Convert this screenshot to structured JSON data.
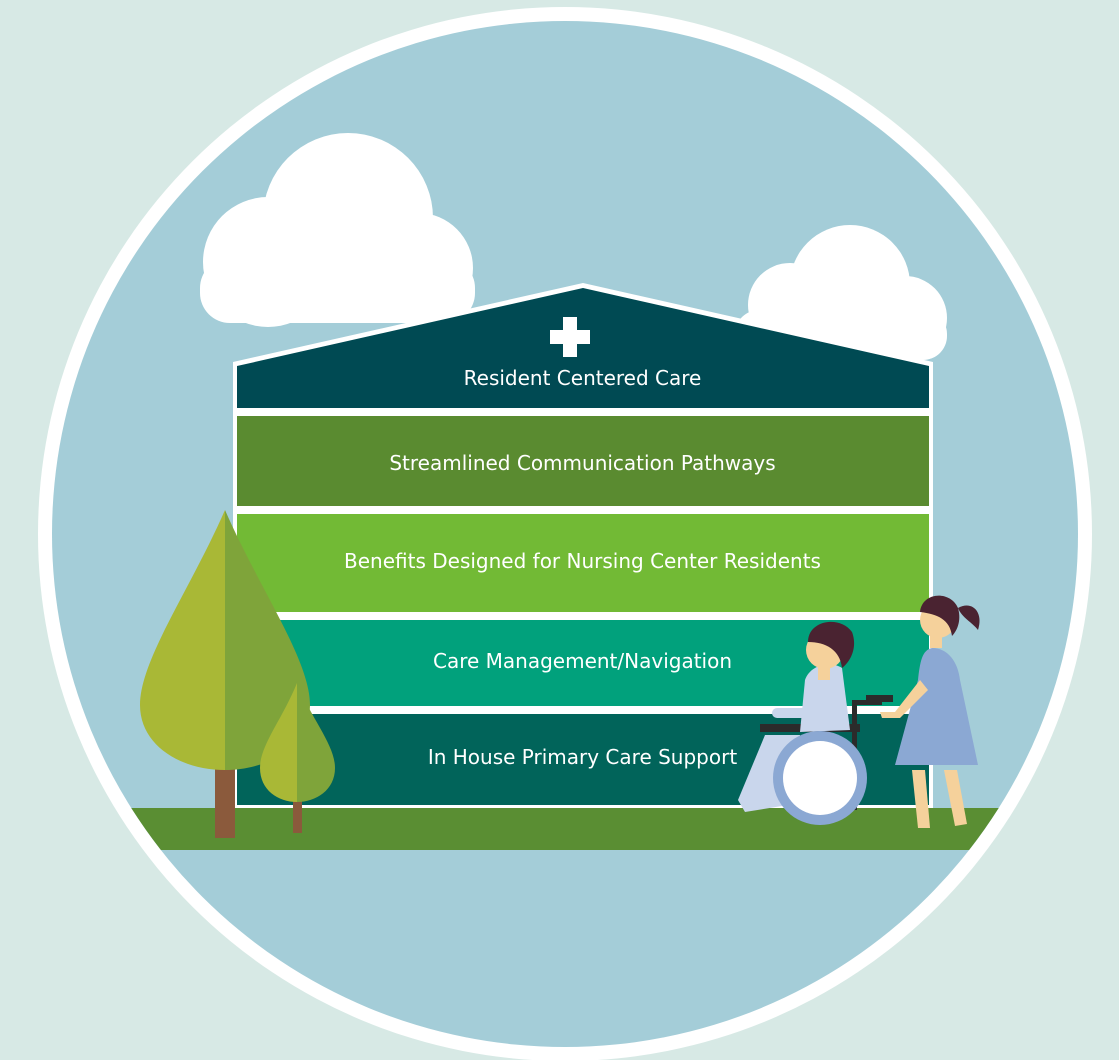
{
  "colors": {
    "page_background": "#d7e9e5",
    "circle_ring": "#ffffff",
    "sky": "#a4cdd8",
    "cloud": "#ffffff",
    "ground": "#5a8e33",
    "roof": "#004a53",
    "label_text": "#ffffff"
  },
  "house": {
    "icon": "medical-cross-icon",
    "layers": [
      {
        "label": "Resident Centered Care",
        "color": "#004a53"
      },
      {
        "label": "Streamlined Communication Pathways",
        "color": "#5a8b30"
      },
      {
        "label": "Benefits Designed for Nursing Center Residents",
        "color": "#72ba35"
      },
      {
        "label": "Care Management/Navigation",
        "color": "#01a17c"
      },
      {
        "label": "In House Primary Care Support",
        "color": "#01645a"
      }
    ]
  },
  "decorations": [
    "cloud-icon",
    "tree-icon",
    "wheelchair-resident-icon",
    "caregiver-icon"
  ]
}
